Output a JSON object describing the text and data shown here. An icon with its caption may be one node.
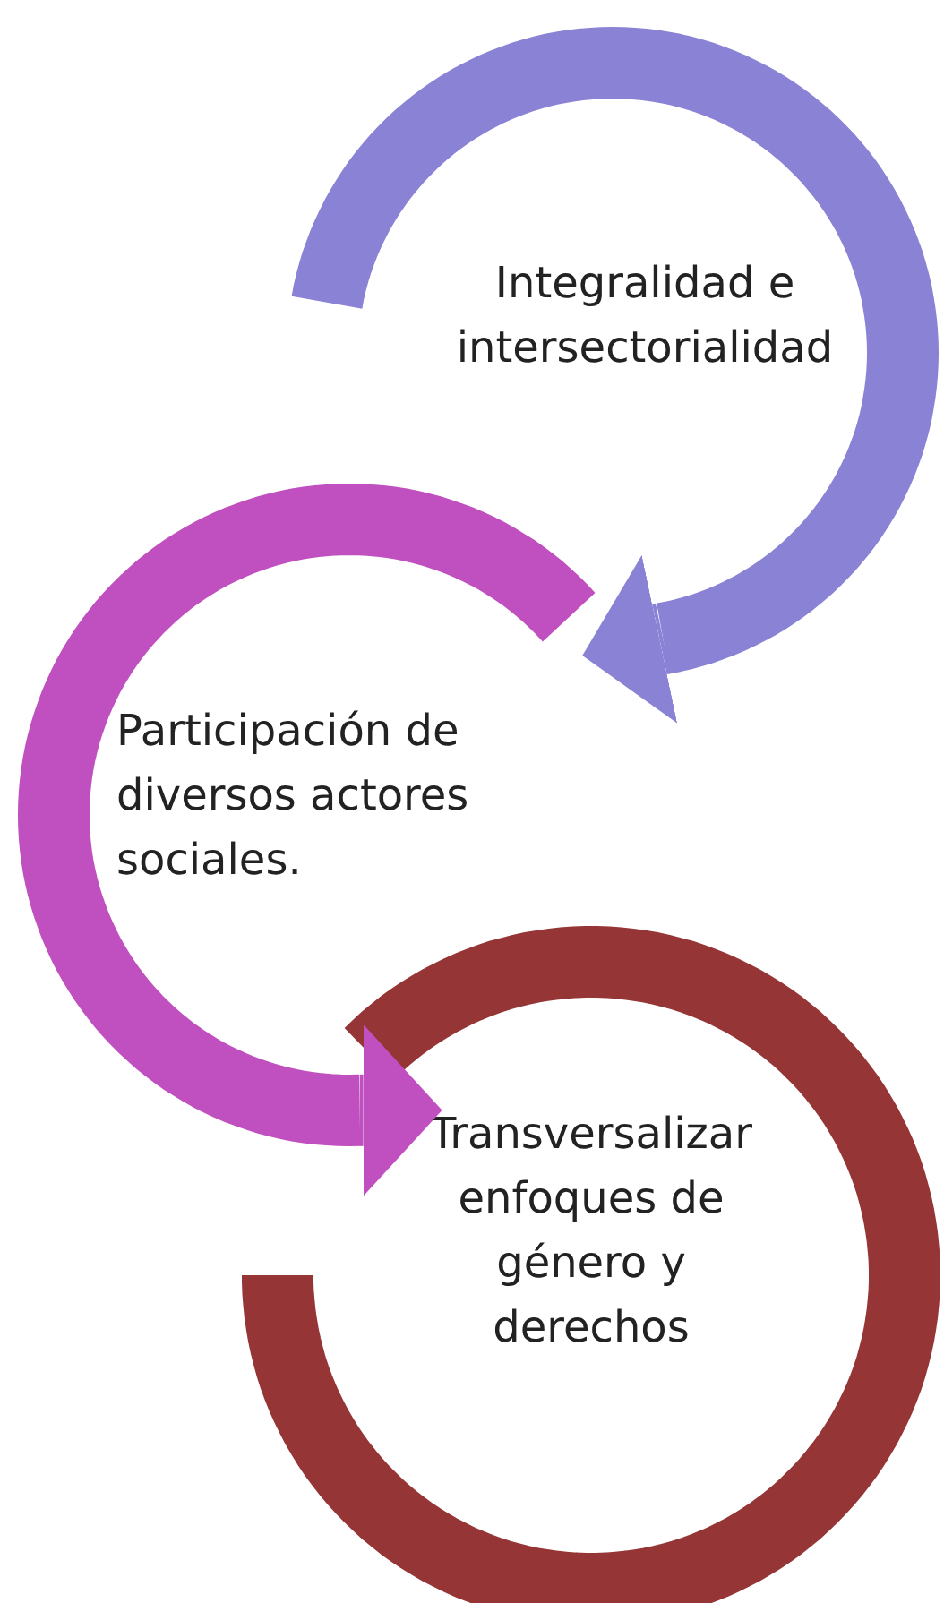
{
  "diagram": {
    "nodes": [
      {
        "text": [
          "Integralidad e intersectorialidad"
        ]
      },
      {
        "text": [
          "Participación de diversos actores sociales."
        ]
      },
      {
        "text": [
          "Transversalizar enfoques de género y derechos"
        ]
      }
    ],
    "edges": [
      {
        "from": 0,
        "to": 1,
        "arrow": "to"
      },
      {
        "from": 1,
        "to": 2,
        "arrow": "to"
      }
    ]
  }
}
